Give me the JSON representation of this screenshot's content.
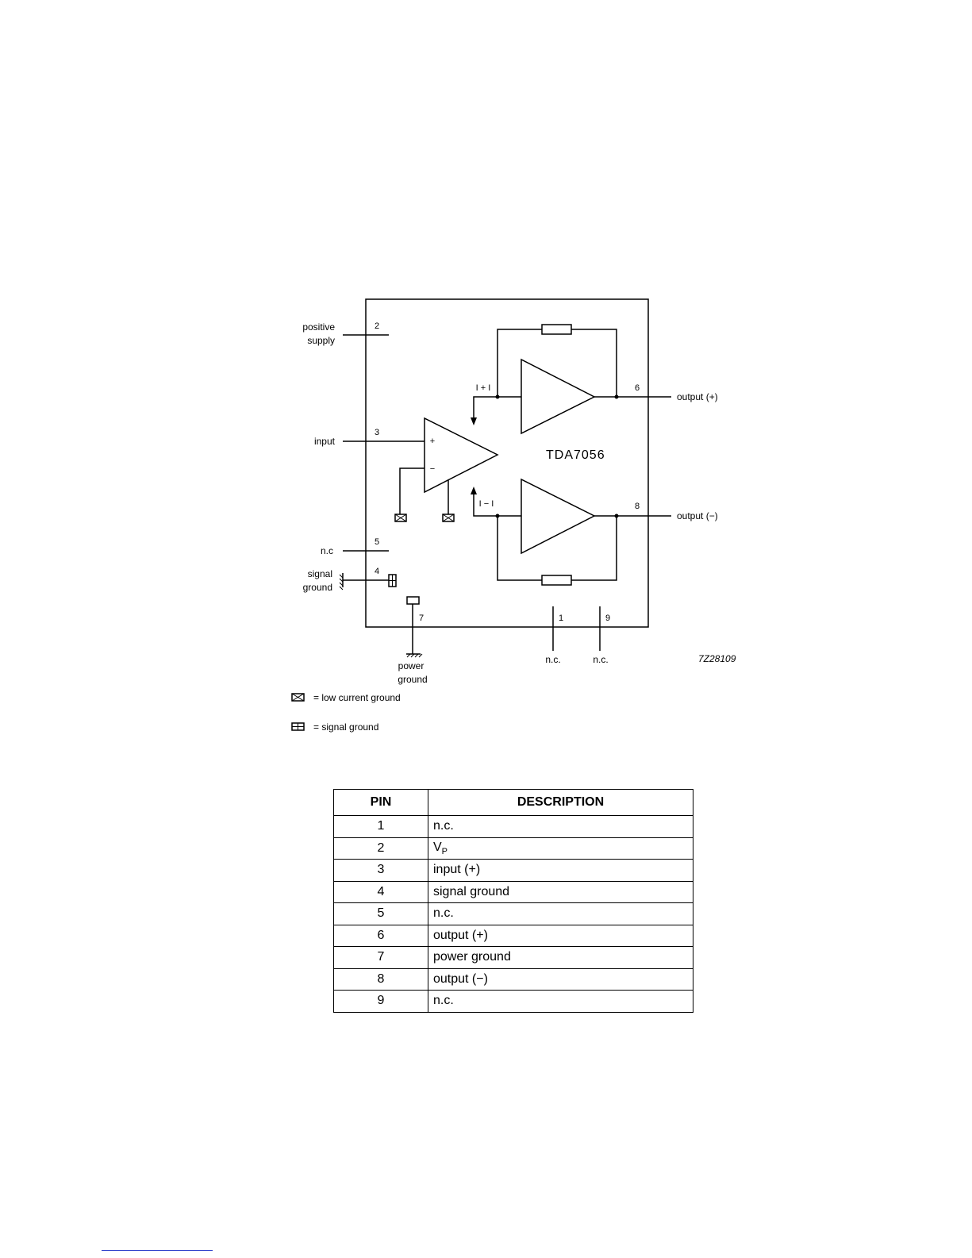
{
  "diagram": {
    "chip_name": "TDA7056",
    "code": "7Z28109",
    "labels": {
      "positive_supply_1": "positive",
      "positive_supply_2": "supply",
      "input": "input",
      "nc_left": "n.c",
      "signal_ground_1": "signal",
      "signal_ground_2": "ground",
      "power_ground_1": "power",
      "power_ground_2": "ground",
      "output_plus": "output (+)",
      "output_minus": "output (−)",
      "nc_1": "n.c.",
      "nc_9": "n.c.",
      "current_plus": "I + I",
      "current_minus": "I − I",
      "op_plus": "+",
      "op_minus": "−"
    },
    "pin_numbers": {
      "p1": "1",
      "p2": "2",
      "p3": "3",
      "p4": "4",
      "p5": "5",
      "p6": "6",
      "p7": "7",
      "p8": "8",
      "p9": "9"
    },
    "legend": {
      "low_current": "= low current ground",
      "signal": "= signal ground"
    }
  },
  "table": {
    "headers": {
      "pin": "PIN",
      "description": "DESCRIPTION"
    },
    "rows": [
      {
        "pin": "1",
        "description": "n.c."
      },
      {
        "pin": "2",
        "description": "V",
        "sub": "P"
      },
      {
        "pin": "3",
        "description": "input (+)"
      },
      {
        "pin": "4",
        "description": "signal ground"
      },
      {
        "pin": "5",
        "description": "n.c."
      },
      {
        "pin": "6",
        "description": "output (+)"
      },
      {
        "pin": "7",
        "description": "power ground"
      },
      {
        "pin": "8",
        "description": "output (−)"
      },
      {
        "pin": "9",
        "description": "n.c."
      }
    ]
  }
}
